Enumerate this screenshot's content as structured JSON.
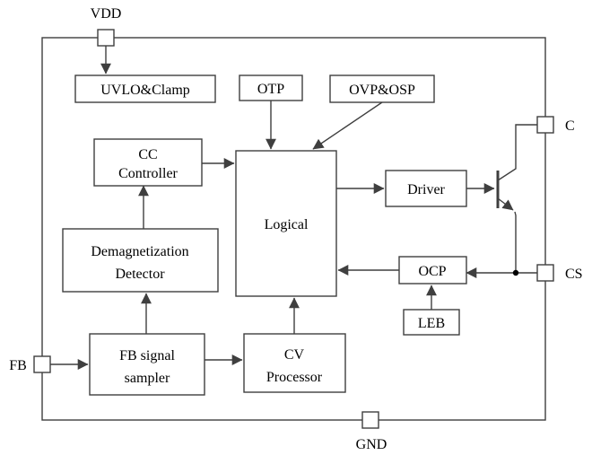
{
  "diagram": {
    "type": "ic-block-diagram",
    "pins": [
      {
        "id": "vdd",
        "label": "VDD"
      },
      {
        "id": "fb",
        "label": "FB"
      },
      {
        "id": "gnd",
        "label": "GND"
      },
      {
        "id": "c",
        "label": "C"
      },
      {
        "id": "cs",
        "label": "CS"
      }
    ],
    "blocks": [
      {
        "id": "uvlo_clamp",
        "label": "UVLO&Clamp"
      },
      {
        "id": "otp",
        "label": "OTP"
      },
      {
        "id": "ovp_osp",
        "label": "OVP&OSP"
      },
      {
        "id": "cc_controller",
        "lines": [
          "CC",
          "Controller"
        ]
      },
      {
        "id": "logical",
        "label": "Logical"
      },
      {
        "id": "driver",
        "label": "Driver"
      },
      {
        "id": "ocp",
        "label": "OCP"
      },
      {
        "id": "leb",
        "label": "LEB"
      },
      {
        "id": "demag_detector",
        "lines": [
          "Demagnetization",
          "Detector"
        ]
      },
      {
        "id": "fb_signal_sampler",
        "lines": [
          "FB signal",
          "sampler"
        ]
      },
      {
        "id": "cv_processor",
        "lines": [
          "CV",
          "Processor"
        ]
      }
    ],
    "connections": [
      {
        "from": "pin-vdd",
        "to": "uvlo_clamp"
      },
      {
        "from": "otp",
        "to": "logical"
      },
      {
        "from": "ovp_osp",
        "to": "logical"
      },
      {
        "from": "cc_controller",
        "to": "logical"
      },
      {
        "from": "logical",
        "to": "driver"
      },
      {
        "from": "driver",
        "to": "transistor-base"
      },
      {
        "from": "demag_detector",
        "to": "cc_controller"
      },
      {
        "from": "fb_signal_sampler",
        "to": "demag_detector"
      },
      {
        "from": "pin-fb",
        "to": "fb_signal_sampler"
      },
      {
        "from": "fb_signal_sampler",
        "to": "cv_processor"
      },
      {
        "from": "cv_processor",
        "to": "logical"
      },
      {
        "from": "cs-node",
        "to": "ocp"
      },
      {
        "from": "ocp",
        "to": "logical"
      },
      {
        "from": "leb",
        "to": "ocp"
      },
      {
        "from": "transistor-emitter",
        "to": "pin-cs"
      },
      {
        "from": "transistor-collector",
        "to": "pin-c"
      }
    ],
    "colors": {
      "stroke": "#3f3f3f",
      "text": "#000000",
      "background": "#ffffff"
    }
  }
}
